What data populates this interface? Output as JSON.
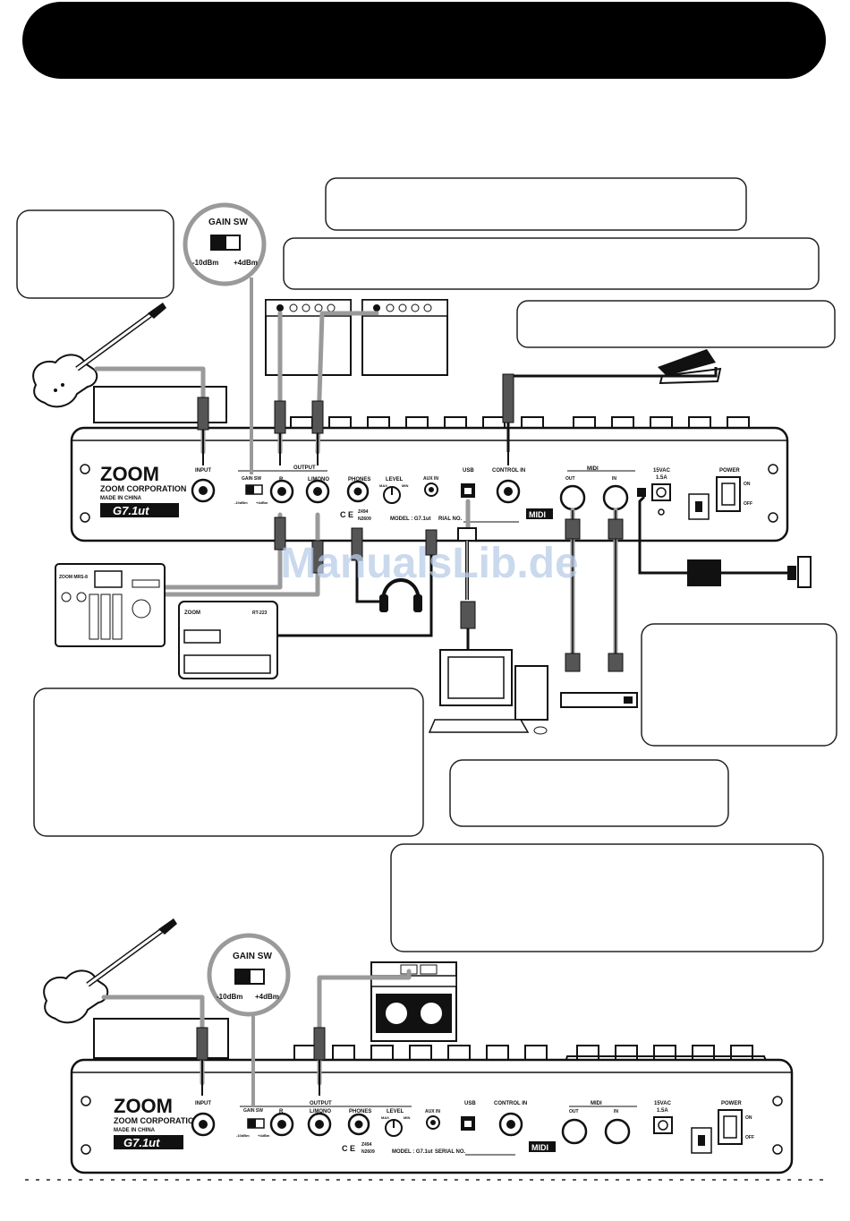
{
  "watermark": "ManualsLib.de",
  "top_unit": {
    "brand_logo": "ZOOM",
    "brand_name": "ZOOM CORPORATION",
    "made_in": "MADE IN CHINA",
    "model_badge": "G7.1ut",
    "model_line": "MODEL : G7.1ut",
    "serial": "SERIAL NO.",
    "serial_partial": "RIAL NO.",
    "labels": {
      "input": "INPUT",
      "output": "OUTPUT",
      "gain_sw": "GAIN SW",
      "minus10": "-10dBm",
      "plus4": "+4dBm",
      "r": "R",
      "l_mono": "L/MONO",
      "phones": "PHONES",
      "level": "LEVEL",
      "max": "MAX",
      "min": "MIN",
      "aux_in": "AUX IN",
      "usb": "USB",
      "control_in": "CONTROL IN",
      "midi": "MIDI",
      "midi_out": "OUT",
      "midi_in": "IN",
      "power_rating_1": "15VAC",
      "power_rating_2": "1.5A",
      "power": "POWER",
      "on": "ON",
      "off": "OFF",
      "ce": "C E",
      "cert_1": "Z494",
      "cert_2": "N2609",
      "midi_logo": "MIDI"
    }
  },
  "gain_zoom": {
    "title": "GAIN SW",
    "minus10": "-10dBm",
    "plus4": "+4dBm"
  },
  "devices": {
    "mtr_brand": "ZOOM MRS-8",
    "drum_brand": "ZOOM",
    "drum_model": "RT-223"
  }
}
